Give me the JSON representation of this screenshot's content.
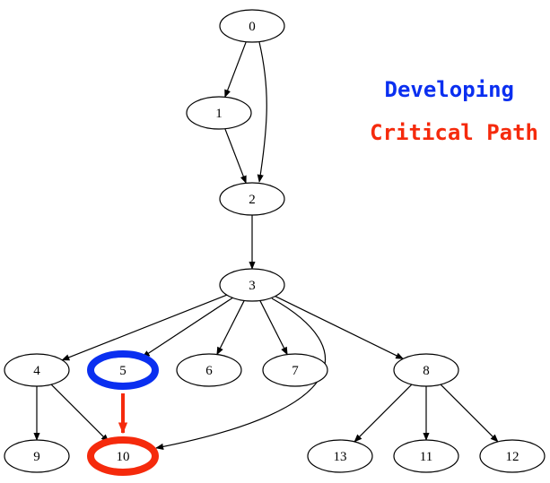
{
  "legend": {
    "developing": {
      "label": "Developing",
      "color": "#0a2ff0"
    },
    "critical": {
      "label": "Critical Path",
      "color": "#f52a0c"
    }
  },
  "graph": {
    "nodes": [
      {
        "id": "0",
        "label": "0",
        "status": "normal"
      },
      {
        "id": "1",
        "label": "1",
        "status": "normal"
      },
      {
        "id": "2",
        "label": "2",
        "status": "normal"
      },
      {
        "id": "3",
        "label": "3",
        "status": "normal"
      },
      {
        "id": "4",
        "label": "4",
        "status": "normal"
      },
      {
        "id": "5",
        "label": "5",
        "status": "developing"
      },
      {
        "id": "6",
        "label": "6",
        "status": "normal"
      },
      {
        "id": "7",
        "label": "7",
        "status": "normal"
      },
      {
        "id": "8",
        "label": "8",
        "status": "normal"
      },
      {
        "id": "9",
        "label": "9",
        "status": "normal"
      },
      {
        "id": "10",
        "label": "10",
        "status": "critical"
      },
      {
        "id": "11",
        "label": "11",
        "status": "normal"
      },
      {
        "id": "12",
        "label": "12",
        "status": "normal"
      },
      {
        "id": "13",
        "label": "13",
        "status": "normal"
      }
    ],
    "edges": [
      {
        "from": "0",
        "to": "1",
        "status": "normal"
      },
      {
        "from": "0",
        "to": "2",
        "status": "normal"
      },
      {
        "from": "1",
        "to": "2",
        "status": "normal"
      },
      {
        "from": "2",
        "to": "3",
        "status": "normal"
      },
      {
        "from": "3",
        "to": "4",
        "status": "normal"
      },
      {
        "from": "3",
        "to": "5",
        "status": "normal"
      },
      {
        "from": "3",
        "to": "6",
        "status": "normal"
      },
      {
        "from": "3",
        "to": "7",
        "status": "normal"
      },
      {
        "from": "3",
        "to": "8",
        "status": "normal"
      },
      {
        "from": "3",
        "to": "10",
        "status": "normal"
      },
      {
        "from": "4",
        "to": "9",
        "status": "normal"
      },
      {
        "from": "4",
        "to": "10",
        "status": "normal"
      },
      {
        "from": "5",
        "to": "10",
        "status": "critical"
      },
      {
        "from": "8",
        "to": "13",
        "status": "normal"
      },
      {
        "from": "8",
        "to": "11",
        "status": "normal"
      },
      {
        "from": "8",
        "to": "12",
        "status": "normal"
      }
    ]
  }
}
